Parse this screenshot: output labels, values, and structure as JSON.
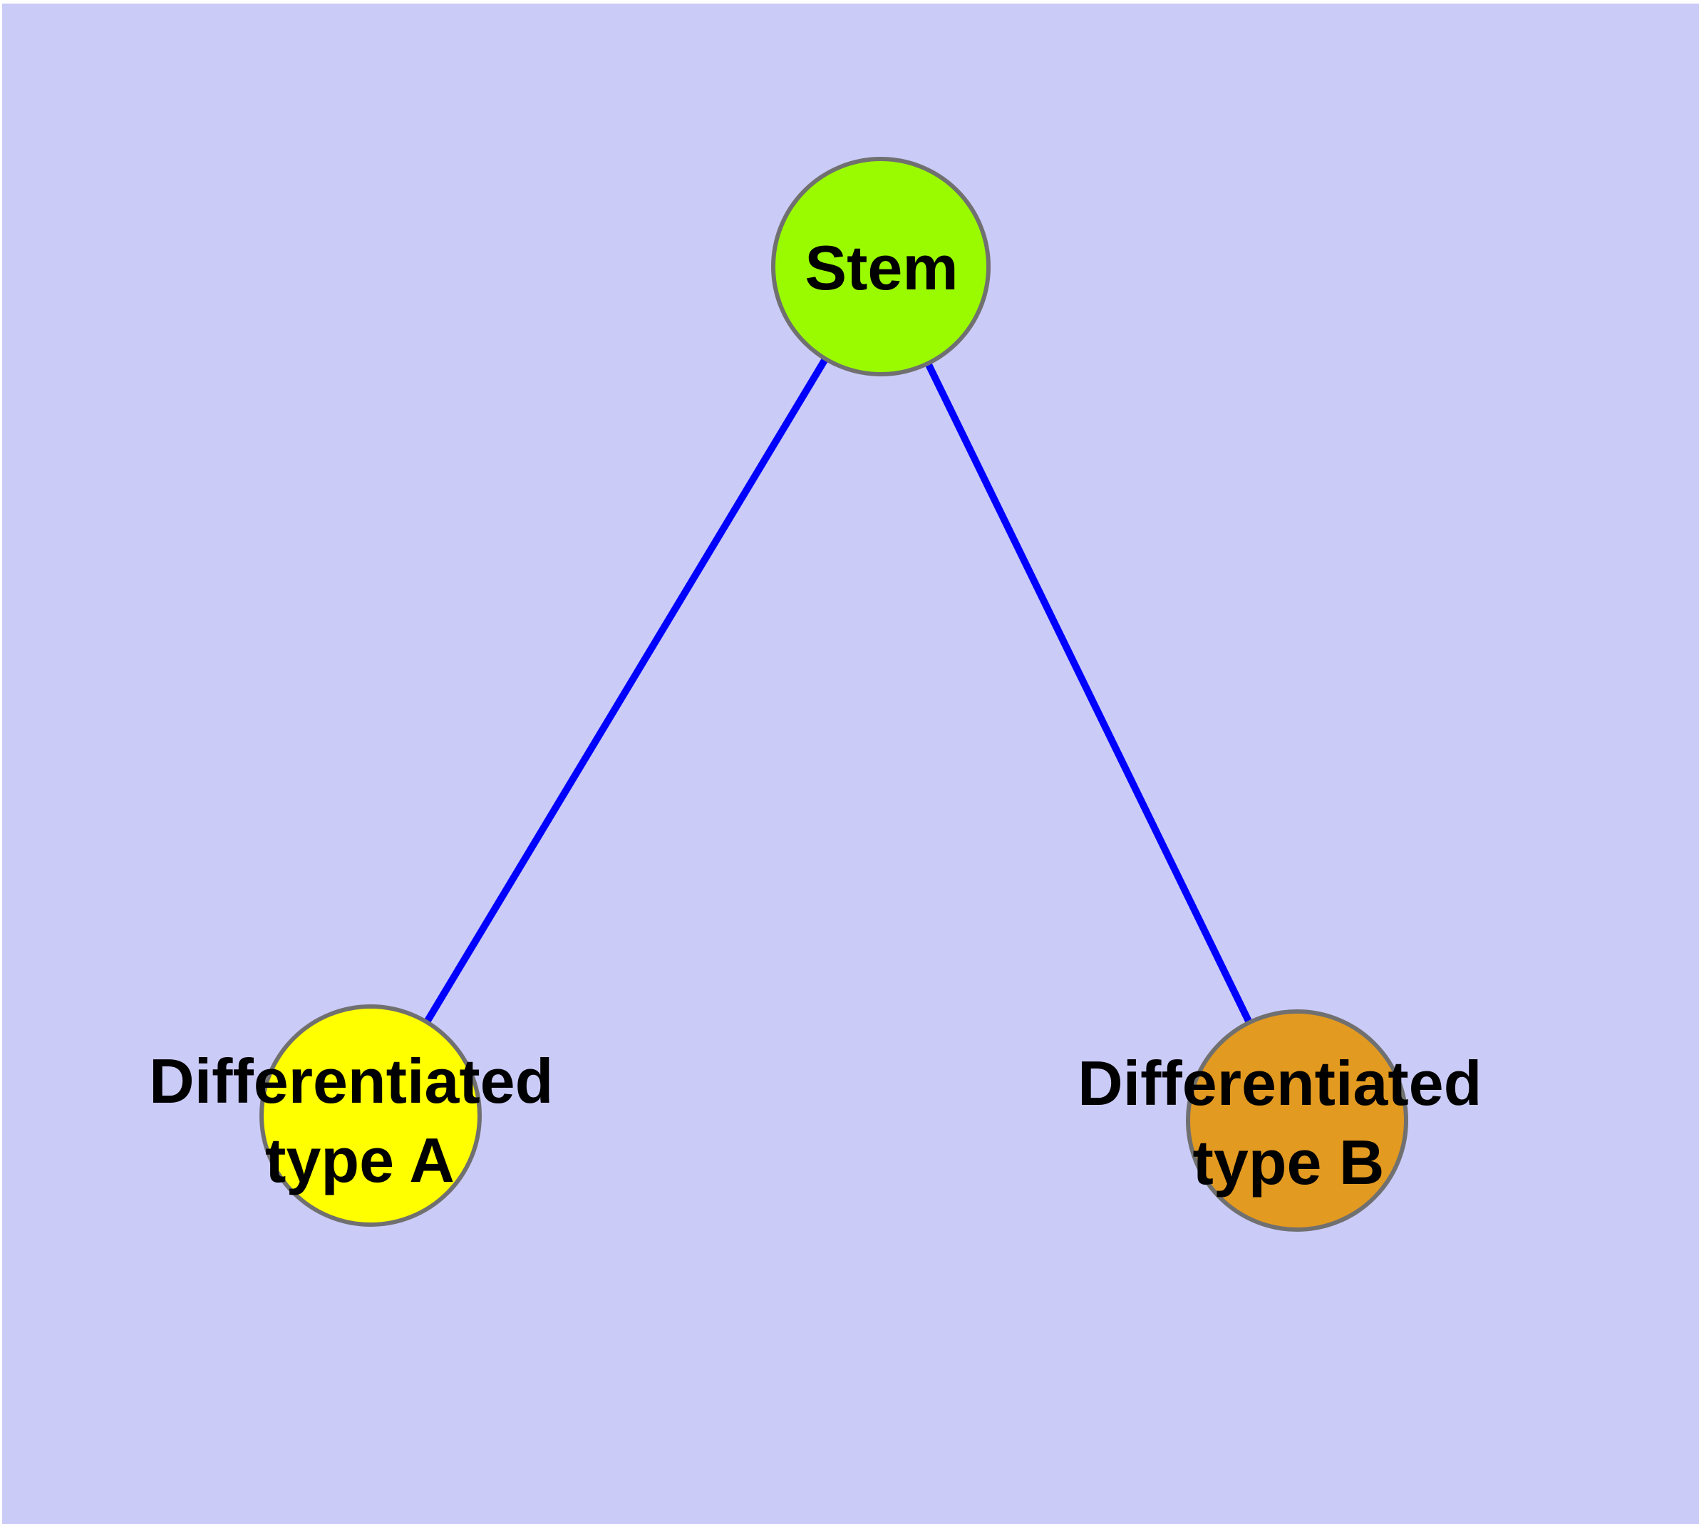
{
  "figure": {
    "background_color": "#cbcbf8",
    "frame_color": "#ffffff"
  },
  "graph": {
    "type": "node-link-diagram",
    "edge_color": "#0000ff",
    "node_border_color": "#707070",
    "text_color": "#000000",
    "nodes": [
      {
        "id": "stem",
        "label": "Stem",
        "fill": "#9afb00"
      },
      {
        "id": "differentiated-type-a",
        "label": "Differentiated type A",
        "label_line1": "Differentiated",
        "label_line2": "type A",
        "fill": "#ffff00"
      },
      {
        "id": "differentiated-type-b",
        "label": "Differentiated type B",
        "label_line1": "Differentiated",
        "label_line2": "type B",
        "fill": "#e39a21"
      }
    ],
    "edges": [
      {
        "from": "Stem",
        "to": "Differentiated type A"
      },
      {
        "from": "Stem",
        "to": "Differentiated type B"
      }
    ]
  }
}
